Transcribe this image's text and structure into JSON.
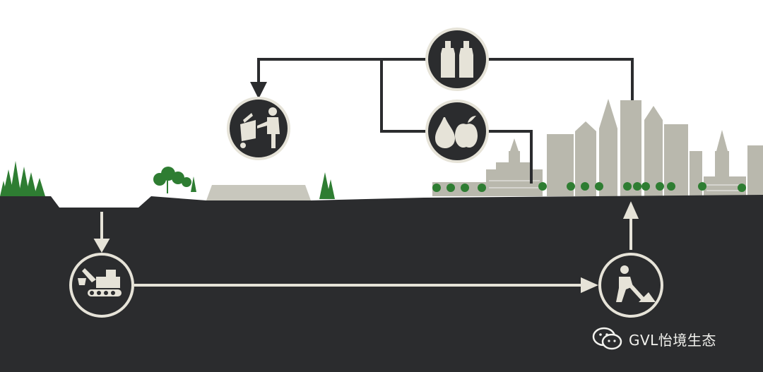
{
  "watermark": {
    "text": "GVL怡境生态",
    "logo_icon": "wechat-icon"
  },
  "nodes": [
    {
      "id": "excavation",
      "icon": "excavator-icon"
    },
    {
      "id": "construction-worker",
      "icon": "worker-shoveling-icon"
    },
    {
      "id": "food",
      "icon": "pear-apple-icon"
    },
    {
      "id": "bottles",
      "icon": "bottles-icon"
    },
    {
      "id": "waste-disposal",
      "icon": "person-dumping-bin-icon"
    }
  ],
  "colors": {
    "ground": "#2b2c2e",
    "icon_fill": "#e6e3d8",
    "city": "#b9b8ad",
    "trees": "#2e7d32",
    "landfill_mound": "#c8c7bd",
    "background": "#ffffff",
    "flow_line_above": "#2b2c2e",
    "flow_line_below": "#e6e3d8"
  }
}
